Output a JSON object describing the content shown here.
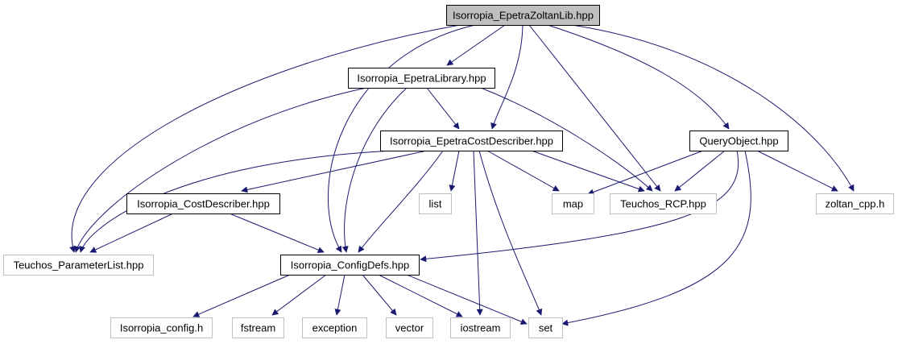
{
  "diagram": {
    "nodes": [
      {
        "id": "root",
        "label": "Isorropia_EpetraZoltanLib.hpp",
        "kind": "focus"
      },
      {
        "id": "lib",
        "label": "Isorropia_EpetraLibrary.hpp",
        "kind": "documented"
      },
      {
        "id": "ecd",
        "label": "Isorropia_EpetraCostDescriber.hpp",
        "kind": "documented"
      },
      {
        "id": "qo",
        "label": "QueryObject.hpp",
        "kind": "documented"
      },
      {
        "id": "cd",
        "label": "Isorropia_CostDescriber.hpp",
        "kind": "documented"
      },
      {
        "id": "cfg",
        "label": "Isorropia_ConfigDefs.hpp",
        "kind": "documented"
      },
      {
        "id": "pl",
        "label": "Teuchos_ParameterList.hpp",
        "kind": "external"
      },
      {
        "id": "list",
        "label": "list",
        "kind": "external"
      },
      {
        "id": "map",
        "label": "map",
        "kind": "external"
      },
      {
        "id": "rcp",
        "label": "Teuchos_RCP.hpp",
        "kind": "external"
      },
      {
        "id": "zoltan",
        "label": "zoltan_cpp.h",
        "kind": "external"
      },
      {
        "id": "iconfig",
        "label": "Isorropia_config.h",
        "kind": "external"
      },
      {
        "id": "fstream",
        "label": "fstream",
        "kind": "external"
      },
      {
        "id": "exception",
        "label": "exception",
        "kind": "external"
      },
      {
        "id": "vector",
        "label": "vector",
        "kind": "external"
      },
      {
        "id": "iostream",
        "label": "iostream",
        "kind": "external"
      },
      {
        "id": "set",
        "label": "set",
        "kind": "external"
      }
    ],
    "edges": [
      [
        "root",
        "lib"
      ],
      [
        "root",
        "ecd"
      ],
      [
        "root",
        "qo"
      ],
      [
        "root",
        "pl"
      ],
      [
        "root",
        "cfg"
      ],
      [
        "root",
        "rcp"
      ],
      [
        "root",
        "zoltan"
      ],
      [
        "lib",
        "ecd"
      ],
      [
        "lib",
        "pl"
      ],
      [
        "lib",
        "cfg"
      ],
      [
        "lib",
        "rcp"
      ],
      [
        "ecd",
        "cd"
      ],
      [
        "ecd",
        "pl"
      ],
      [
        "ecd",
        "list"
      ],
      [
        "ecd",
        "map"
      ],
      [
        "ecd",
        "rcp"
      ],
      [
        "ecd",
        "cfg"
      ],
      [
        "ecd",
        "iostream"
      ],
      [
        "ecd",
        "set"
      ],
      [
        "qo",
        "map"
      ],
      [
        "qo",
        "rcp"
      ],
      [
        "qo",
        "zoltan"
      ],
      [
        "qo",
        "cfg"
      ],
      [
        "qo",
        "set"
      ],
      [
        "cd",
        "pl"
      ],
      [
        "cd",
        "cfg"
      ],
      [
        "cfg",
        "iconfig"
      ],
      [
        "cfg",
        "fstream"
      ],
      [
        "cfg",
        "exception"
      ],
      [
        "cfg",
        "vector"
      ],
      [
        "cfg",
        "iostream"
      ],
      [
        "cfg",
        "set"
      ]
    ],
    "colors": {
      "edge": "#191970",
      "focus_fill": "#bfbfbf",
      "documented_border": "#000000",
      "external_border": "#bfbfbf",
      "external_text": "#000000"
    }
  }
}
